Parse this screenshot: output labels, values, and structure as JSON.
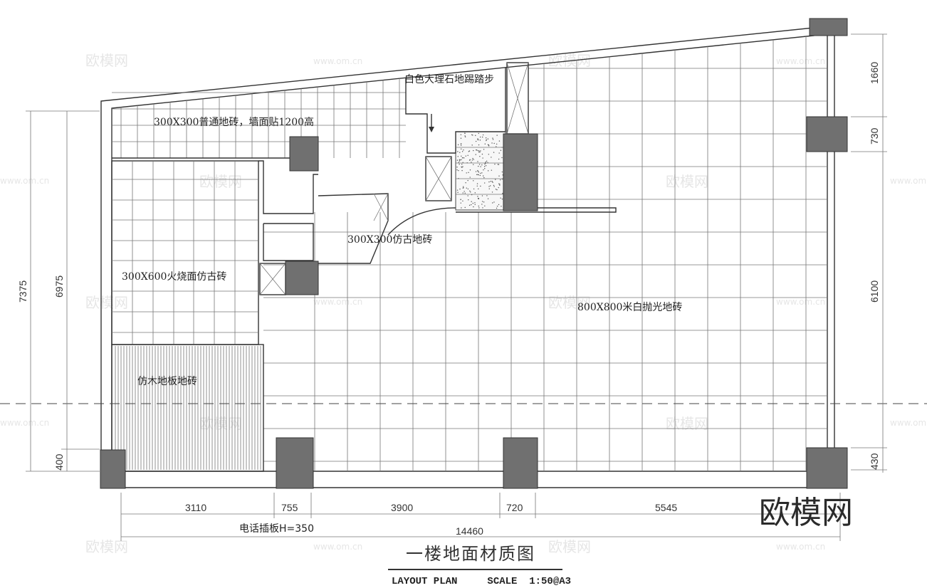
{
  "drawing": {
    "title": "一楼地面材质图",
    "subtitle": "LAYOUT PLAN     SCALE  1:50@A3",
    "brand_mark": "欧模网",
    "watermark_text": "欧模网",
    "watermark_url": "www.om.cn"
  },
  "rooms": [
    {
      "name": "room-kitchen",
      "label": "300X300普通地砖，墙面贴1200高"
    },
    {
      "name": "room-stair",
      "label": "白色大理石地踢踏步"
    },
    {
      "name": "room-corridor",
      "label": "300X300仿古地砖"
    },
    {
      "name": "room-side",
      "label": "300X600火烧面仿古砖"
    },
    {
      "name": "room-main",
      "label": "800X800米白抛光地砖"
    },
    {
      "name": "room-wood",
      "label": "仿木地板地砖"
    }
  ],
  "dimensions": {
    "bottom": [
      "3110",
      "755",
      "3900",
      "720",
      "5545"
    ],
    "total": "14460",
    "right": [
      "1660",
      "730",
      "6100",
      "430"
    ],
    "left": [
      "7375",
      "6975",
      "400"
    ]
  },
  "notes": {
    "phone_board": "电话插板H=350"
  },
  "colors": {
    "column_fill": "#707070",
    "line": "#333333"
  }
}
